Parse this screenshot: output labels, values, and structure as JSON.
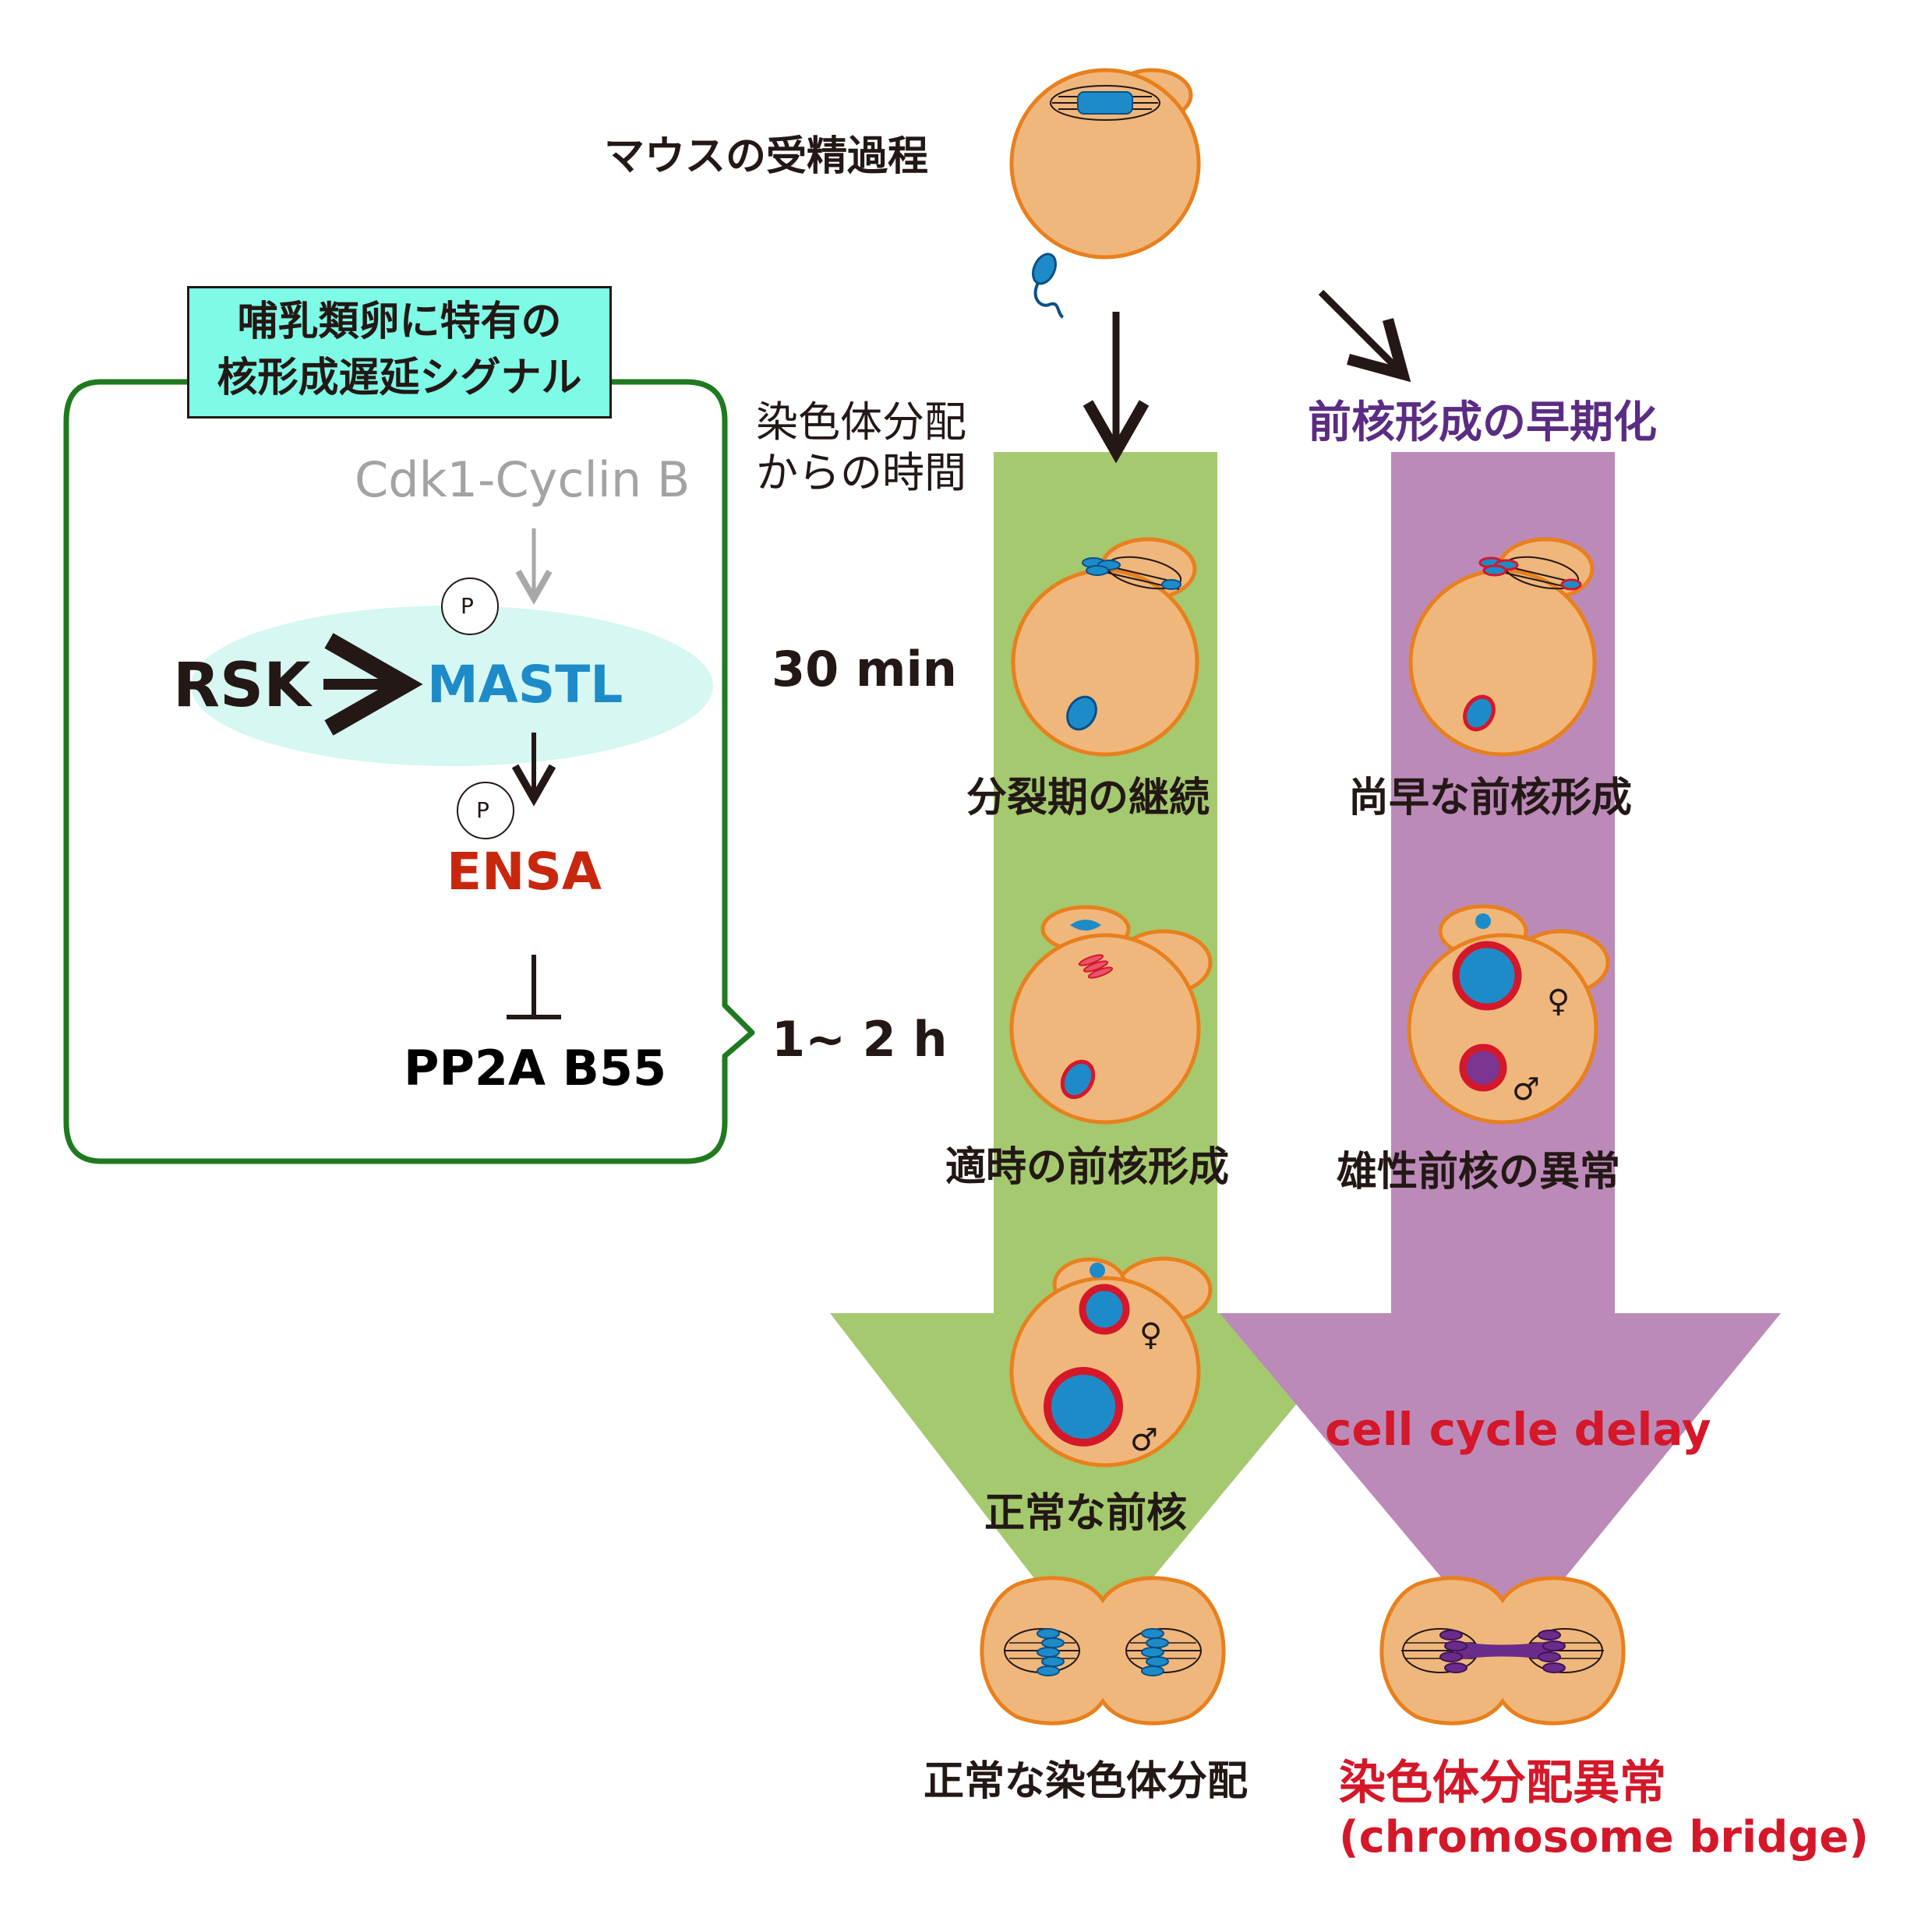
{
  "header": {
    "process_title": "マウスの受精過程",
    "time_axis_label_line1": "染色体分配",
    "time_axis_label_line2": "からの時間"
  },
  "signal_box": {
    "title_line1": "哺乳類卵に特有の",
    "title_line2": "核形成遅延シグナル",
    "cdk_label": "Cdk1-Cyclin B",
    "rsk_label": "RSK",
    "mastl_label": "MASTL",
    "ensa_label": "ENSA",
    "pp2a_label": "PP2A B55",
    "phospho_symbol": "P",
    "colors": {
      "box_border": "#1f7a1f",
      "title_bg": "#7dfbe6",
      "ellipse_fill": "#d6f7f2",
      "cdk": "#9c9c9c",
      "mastl": "#1e8bc9",
      "ensa": "#c8270e"
    }
  },
  "timepoints": {
    "t1": "30 min",
    "t2": "1~ 2 h"
  },
  "normal_path": {
    "stage1_caption": "分裂期の継続",
    "stage2_caption": "適時の前核形成",
    "stage3_caption": "正常な前核",
    "result_caption": "正常な染色体分配",
    "color": "#a4c96f"
  },
  "abnormal_path": {
    "header": "前核形成の早期化",
    "stage1_caption": "尚早な前核形成",
    "stage2_caption": "雄性前核の異常",
    "delay_label": "cell cycle delay",
    "result_caption_line1": "染色体分配異常",
    "result_caption_line2": "(chromosome bridge)",
    "color": "#bb8ab8",
    "header_color": "#5b2c83",
    "alert_color": "#d5172a"
  },
  "symbols": {
    "female": "♀",
    "male": "♂"
  },
  "cell_colors": {
    "cytoplasm": "#efb77c",
    "membrane": "#e8801d",
    "chromatin": "#1e8bc9",
    "envelope": "#d5172a",
    "abnormal_chromatin": "#6b2b8a"
  }
}
